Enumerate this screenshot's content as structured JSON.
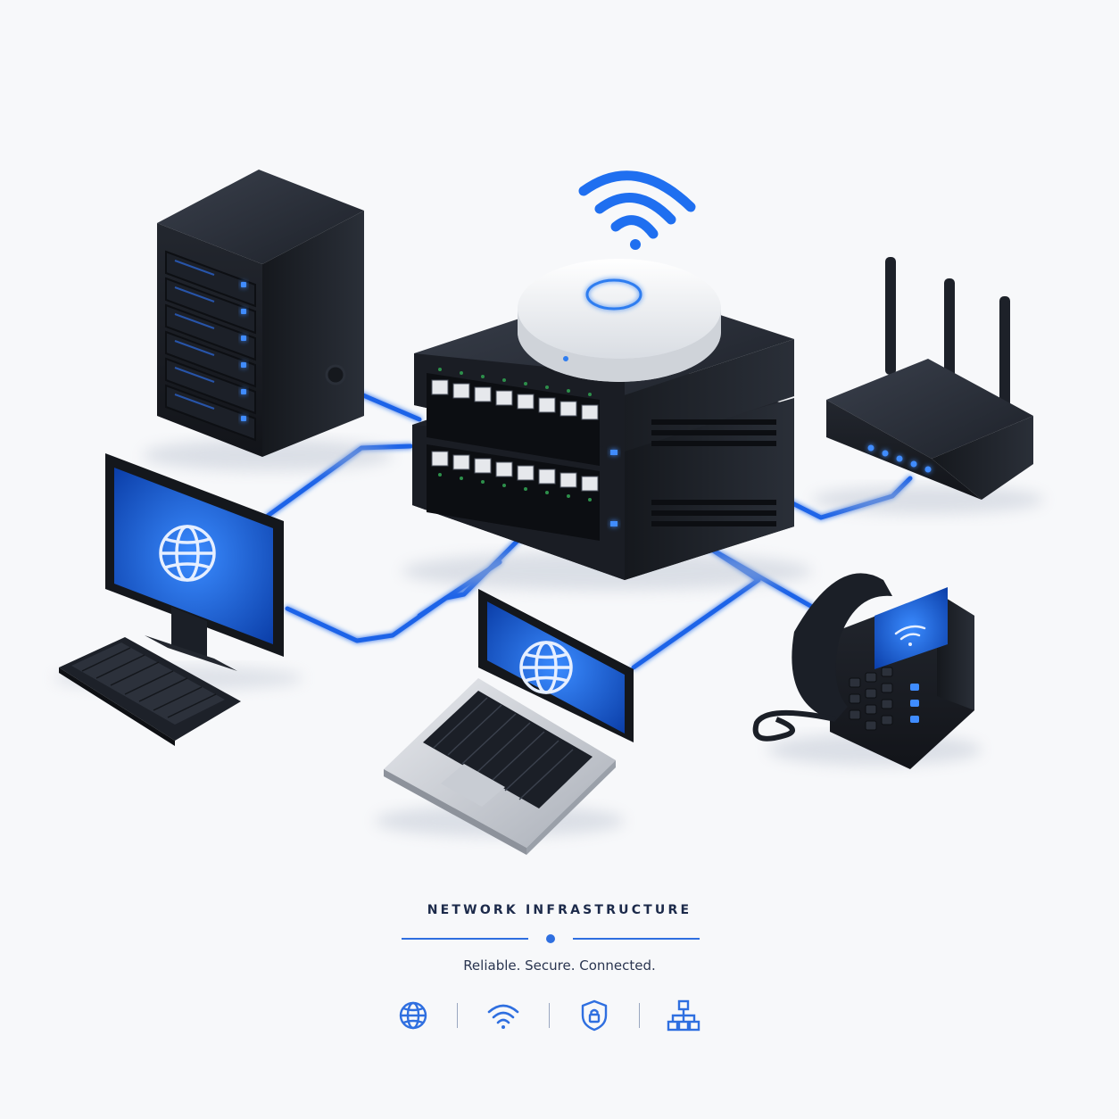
{
  "caption": {
    "title": "NETWORK INFRASTRUCTURE",
    "tagline": "Reliable. Secure. Connected."
  },
  "colors": {
    "accent": "#2f6fe0",
    "cable": "#1f63e8",
    "device_dark": "#1b1f27",
    "screen_blue": "#1556d8",
    "led_blue": "#3f8cff"
  },
  "devices": [
    {
      "id": "tower-server",
      "icon": "server-icon"
    },
    {
      "id": "network-switch",
      "icon": "switch-icon"
    },
    {
      "id": "wireless-access-point",
      "icon": "access-point-icon"
    },
    {
      "id": "wifi-router",
      "icon": "router-icon"
    },
    {
      "id": "desktop-computer",
      "icon": "monitor-icon"
    },
    {
      "id": "laptop",
      "icon": "laptop-icon"
    },
    {
      "id": "ip-phone",
      "icon": "phone-icon"
    }
  ],
  "footer_icons": [
    "globe-icon",
    "wifi-icon",
    "shield-lock-icon",
    "network-tree-icon"
  ]
}
